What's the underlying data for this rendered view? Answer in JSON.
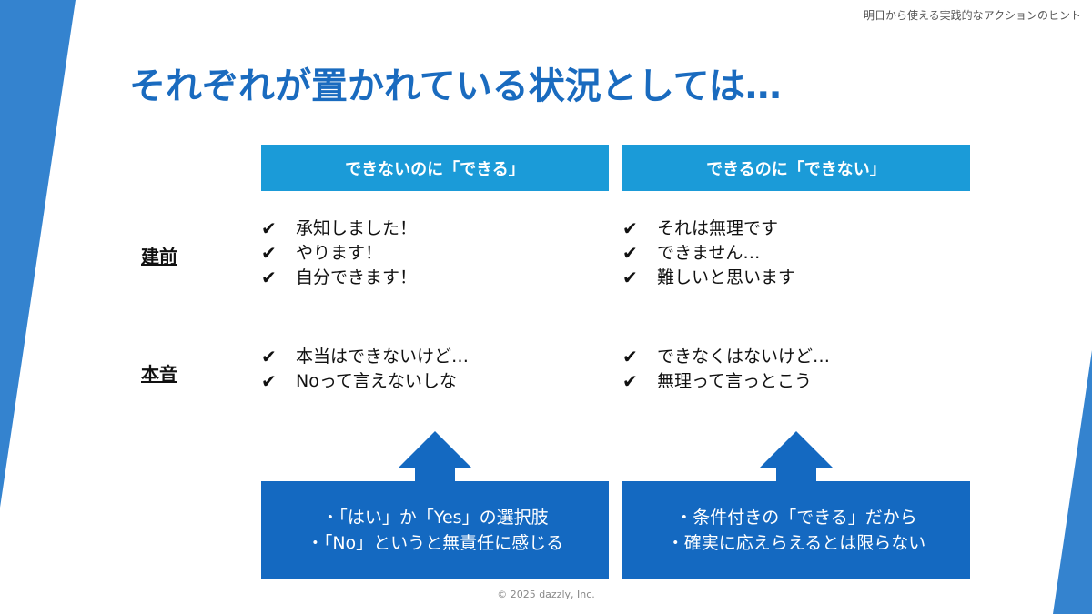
{
  "header": {
    "subtitle": "明日から使える実践的なアクションのヒント"
  },
  "title": "それぞれが置かれている状況としては…",
  "columns": [
    {
      "heading": "できないのに「できる」",
      "tatemae": [
        "承知しました！",
        "やります！",
        "自分できます！"
      ],
      "honne": [
        "本当はできないけど…",
        "Noって言えないしな"
      ],
      "reasons": [
        "・「はい」か「Yes」の選択肢",
        "・「No」というと無責任に感じる"
      ]
    },
    {
      "heading": "できるのに「できない」",
      "tatemae": [
        "それは無理です",
        "できません…",
        "難しいと思います"
      ],
      "honne": [
        "できなくはないけど…",
        "無理って言っとこう"
      ],
      "reasons": [
        "・条件付きの「できる」だから",
        "・確実に応えらえるとは限らない"
      ]
    }
  ],
  "rows": {
    "tatemae": "建前",
    "honne": "本音"
  },
  "check_glyph": "✔",
  "footer": "© 2025 dazzly, Inc.",
  "colors": {
    "accent": "#3483cf",
    "title": "#1a6bbf",
    "heading": "#1b9bd8",
    "box": "#1469c1"
  }
}
